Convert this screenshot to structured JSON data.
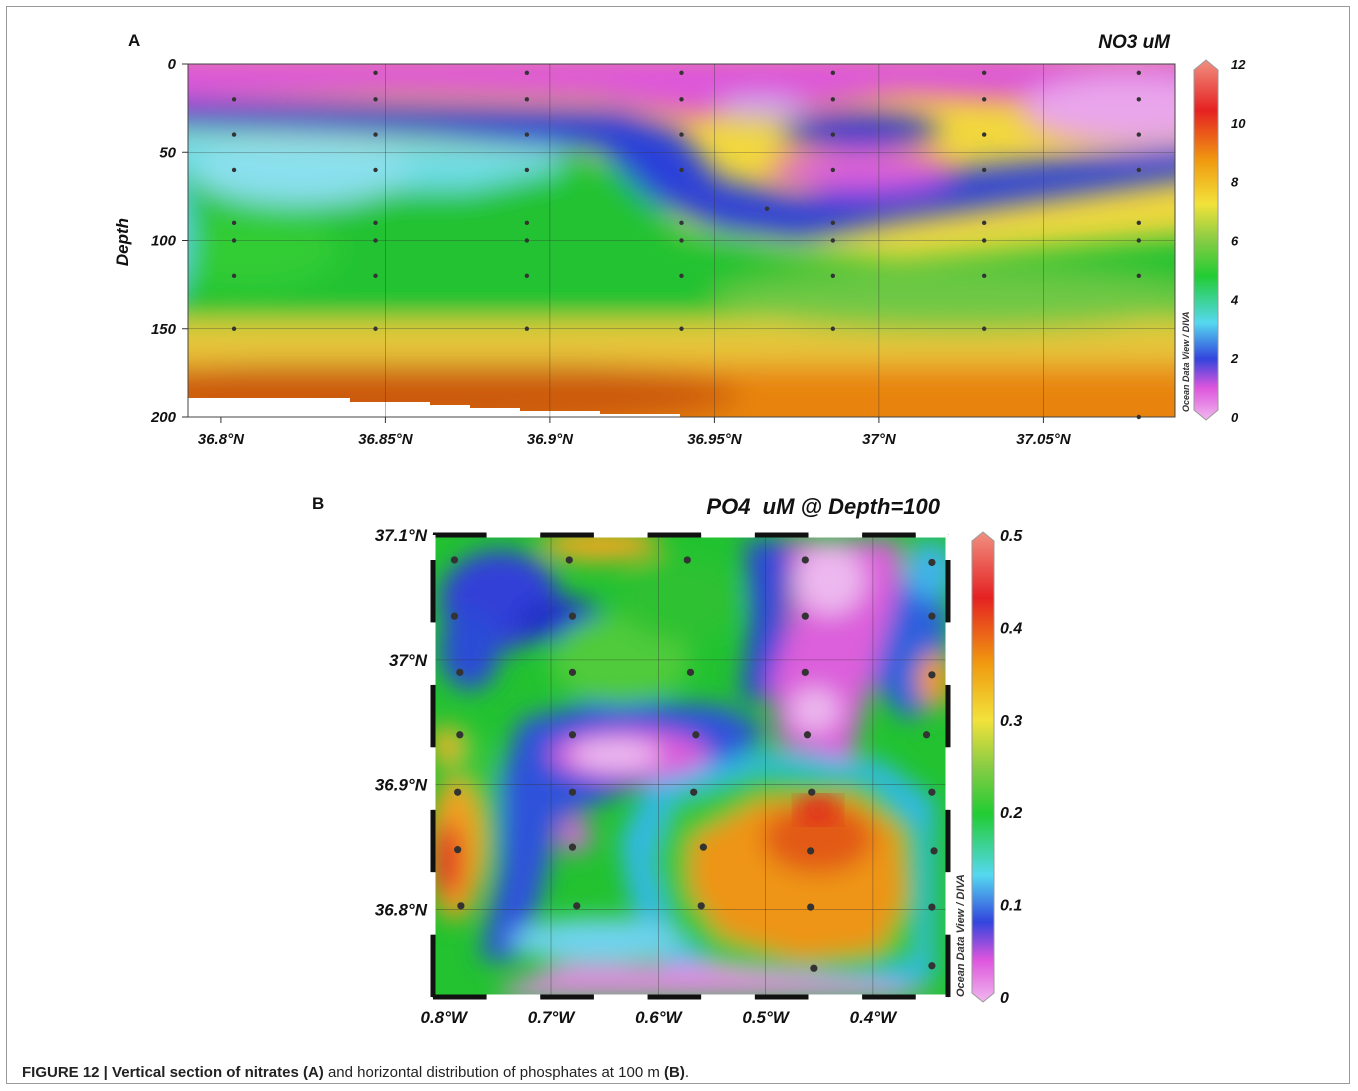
{
  "chart_data": [
    {
      "type": "heatmap",
      "panel": "A",
      "title": "NO3 uM",
      "ylabel": "Depth",
      "xlabel": "",
      "xlim": [
        36.79,
        37.09
      ],
      "ylim": [
        200,
        0
      ],
      "x_ticks": [
        "36.8°N",
        "36.85°N",
        "36.9°N",
        "36.95°N",
        "37°N",
        "37.05°N"
      ],
      "x_tick_values": [
        36.8,
        36.85,
        36.9,
        36.95,
        37.0,
        37.05
      ],
      "y_ticks": [
        "0",
        "50",
        "100",
        "150",
        "200"
      ],
      "y_tick_values": [
        0,
        50,
        100,
        150,
        200
      ],
      "colorbar": {
        "min": 0,
        "max": 12,
        "ticks": [
          "12",
          "10",
          "8",
          "6",
          "4",
          "2",
          "0"
        ],
        "tick_values": [
          12,
          10,
          8,
          6,
          4,
          2,
          0
        ],
        "side_label": "Ocean Data View / DIVA"
      },
      "stations": [
        {
          "x": 36.804,
          "depths": [
            20,
            40,
            60,
            90,
            100,
            120,
            150
          ]
        },
        {
          "x": 36.847,
          "depths": [
            5,
            20,
            40,
            60,
            90,
            100,
            120,
            150
          ]
        },
        {
          "x": 36.893,
          "depths": [
            5,
            20,
            40,
            60,
            90,
            100,
            120,
            150
          ]
        },
        {
          "x": 36.94,
          "depths": [
            5,
            20,
            40,
            60,
            90,
            100,
            120,
            150
          ]
        },
        {
          "x": 36.966,
          "depths": [
            82
          ]
        },
        {
          "x": 36.986,
          "depths": [
            5,
            20,
            40,
            60,
            90,
            100,
            120,
            150
          ]
        },
        {
          "x": 37.032,
          "depths": [
            5,
            20,
            40,
            60,
            90,
            100,
            120,
            150
          ]
        },
        {
          "x": 37.079,
          "depths": [
            5,
            20,
            40,
            60,
            90,
            100,
            120,
            200
          ]
        }
      ],
      "field_description": "NO3 near 0-2 uM in upper 40 m, 2-5 uM at 40-120 m, rising to 8-10 uM below 160 m"
    },
    {
      "type": "heatmap",
      "panel": "B",
      "title": "PO4  uM @ Depth=100",
      "xlabel": "",
      "ylabel": "",
      "xlim": [
        -0.81,
        -0.33
      ],
      "ylim": [
        36.73,
        37.1
      ],
      "x_ticks": [
        "0.8°W",
        "0.7°W",
        "0.6°W",
        "0.5°W",
        "0.4°W"
      ],
      "x_tick_values": [
        -0.8,
        -0.7,
        -0.6,
        -0.5,
        -0.4
      ],
      "y_ticks": [
        "37.1°N",
        "37°N",
        "36.9°N",
        "36.8°N"
      ],
      "y_tick_values": [
        37.1,
        37.0,
        36.9,
        36.8
      ],
      "colorbar": {
        "min": 0,
        "max": 0.5,
        "ticks": [
          "0.5",
          "0.4",
          "0.3",
          "0.2",
          "0.1",
          "0"
        ],
        "tick_values": [
          0.5,
          0.4,
          0.3,
          0.2,
          0.1,
          0
        ],
        "side_label": "Ocean Data View / DIVA"
      },
      "stations": [
        {
          "lon": -0.79,
          "lat": 37.08
        },
        {
          "lon": -0.79,
          "lat": 37.035
        },
        {
          "lon": -0.785,
          "lat": 36.99
        },
        {
          "lon": -0.785,
          "lat": 36.94
        },
        {
          "lon": -0.787,
          "lat": 36.894
        },
        {
          "lon": -0.787,
          "lat": 36.848
        },
        {
          "lon": -0.784,
          "lat": 36.803
        },
        {
          "lon": -0.683,
          "lat": 37.08
        },
        {
          "lon": -0.68,
          "lat": 37.035
        },
        {
          "lon": -0.68,
          "lat": 36.99
        },
        {
          "lon": -0.68,
          "lat": 36.94
        },
        {
          "lon": -0.68,
          "lat": 36.894
        },
        {
          "lon": -0.68,
          "lat": 36.85
        },
        {
          "lon": -0.676,
          "lat": 36.803
        },
        {
          "lon": -0.573,
          "lat": 37.08
        },
        {
          "lon": -0.57,
          "lat": 36.99
        },
        {
          "lon": -0.565,
          "lat": 36.94
        },
        {
          "lon": -0.567,
          "lat": 36.894
        },
        {
          "lon": -0.558,
          "lat": 36.85
        },
        {
          "lon": -0.56,
          "lat": 36.803
        },
        {
          "lon": -0.463,
          "lat": 37.08
        },
        {
          "lon": -0.463,
          "lat": 37.035
        },
        {
          "lon": -0.463,
          "lat": 36.99
        },
        {
          "lon": -0.461,
          "lat": 36.94
        },
        {
          "lon": -0.457,
          "lat": 36.894
        },
        {
          "lon": -0.458,
          "lat": 36.847
        },
        {
          "lon": -0.458,
          "lat": 36.802
        },
        {
          "lon": -0.455,
          "lat": 36.753
        },
        {
          "lon": -0.345,
          "lat": 37.078
        },
        {
          "lon": -0.345,
          "lat": 37.035
        },
        {
          "lon": -0.345,
          "lat": 36.988
        },
        {
          "lon": -0.35,
          "lat": 36.94
        },
        {
          "lon": -0.345,
          "lat": 36.894
        },
        {
          "lon": -0.343,
          "lat": 36.847
        },
        {
          "lon": -0.345,
          "lat": 36.802
        },
        {
          "lon": -0.345,
          "lat": 36.755
        }
      ],
      "field_description": "PO4 maximum ~0.45 uM near 0.43°W 36.88°N; high values at western edge near 36.84°N; minima ~0.02 uM near 0.45°W 37.05°N and 0.62°W 36.93°N"
    }
  ],
  "panel_labels": {
    "a": "A",
    "b": "B"
  },
  "caption": {
    "prefix": "FIGURE 12 | Vertical section of nitrates ",
    "a": "(A)",
    "middle": " and horizontal distribution of phosphates at 100 m ",
    "b": "(B)",
    "suffix": "."
  }
}
